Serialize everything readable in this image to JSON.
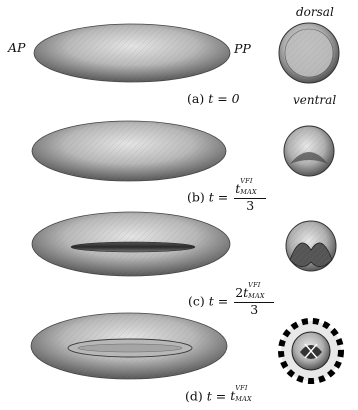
{
  "labels": {
    "dorsal": "dorsal",
    "ventral": "ventral",
    "ap": "AP",
    "pp": "PP"
  },
  "panels": [
    {
      "id": "a",
      "letter": "(a)",
      "prefix": "t = 0"
    },
    {
      "id": "b",
      "letter": "(b)",
      "prefix": "t =",
      "t_sup": "VFI",
      "t_sub": "MAX",
      "numerator_coef": "",
      "denominator": "3"
    },
    {
      "id": "c",
      "letter": "(c)",
      "prefix": "t =",
      "t_sup": "VFI",
      "t_sub": "MAX",
      "numerator_coef": "2",
      "denominator": "3"
    },
    {
      "id": "d",
      "letter": "(d)",
      "prefix": "t =",
      "t_sup": "VFI",
      "t_sub": "MAX"
    }
  ],
  "colors": {
    "embryo_light": "#d6d6d6",
    "embryo_mid": "#a9a9a9",
    "embryo_dark": "#5a5a5a",
    "furrow": "#3a3a3a"
  }
}
